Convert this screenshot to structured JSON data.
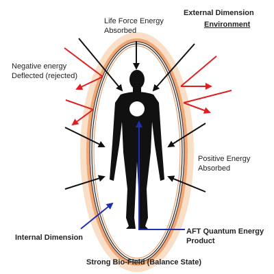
{
  "labels": {
    "life_force": [
      "Life Force Energy",
      "Absorbed"
    ],
    "external": "External Dimension",
    "environment": "Environment",
    "negative": [
      "Negative  energy",
      "Deflected (rejected)"
    ],
    "positive": [
      "Positive Energy",
      "Absorbed"
    ],
    "internal": "Internal Dimension",
    "aft": [
      "AFT Quantum Energy",
      "Product"
    ],
    "strong": "Strong Bio-Field (Balance State)"
  },
  "colors": {
    "external_arrows": "#111111",
    "negative_arrows": "#e02020",
    "internal_arrows": "#1f2fb0",
    "aura_glow": "#f4b07a",
    "aura_ring": "#6a4a3a",
    "body": "#111111",
    "core": "#ffffff"
  },
  "icons": [
    "human-silhouette",
    "energy-core-circle"
  ]
}
